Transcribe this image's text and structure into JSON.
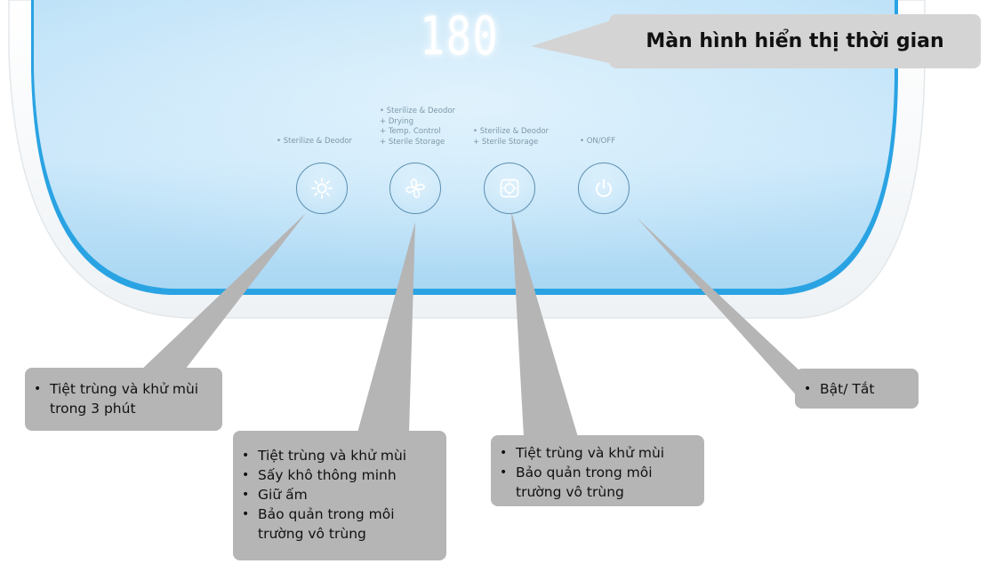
{
  "display": {
    "value": "180"
  },
  "title_callout": {
    "text": "Màn hình hiển thị thời gian"
  },
  "buttons": [
    {
      "icon": "sun-icon",
      "label_lines": [
        "• Sterilize & Deodor"
      ]
    },
    {
      "icon": "fan-icon",
      "label_lines": [
        "• Sterilize & Deodor",
        "+ Drying",
        "+ Temp. Control",
        "+ Sterile Storage"
      ]
    },
    {
      "icon": "storage-icon",
      "label_lines": [
        "• Sterilize & Deodor",
        "+ Sterile Storage"
      ]
    },
    {
      "icon": "power-icon",
      "label_lines": [
        "• ON/OFF"
      ]
    }
  ],
  "callouts": [
    {
      "items": [
        "Tiệt trùng và khử mùi",
        "trong 3 phút"
      ]
    },
    {
      "items": [
        "Tiệt trùng và khử mùi",
        "Sấy khô thông minh",
        "Giữ ấm",
        "Bảo quản trong môi",
        "trường vô trùng"
      ]
    },
    {
      "items": [
        "Tiệt trùng và khử mùi",
        "Bảo quản trong môi",
        "trường vô trùng"
      ]
    },
    {
      "items": [
        "Bật/ Tắt"
      ]
    }
  ],
  "colors": {
    "panel_light": "#d9edfa",
    "panel_mid": "#b4dcf5",
    "panel_edge": "#2aa3e3",
    "callout_gray": "#b5b5b5",
    "title_gray": "#d4d4d4",
    "button_ring": "#5d8fb0"
  }
}
